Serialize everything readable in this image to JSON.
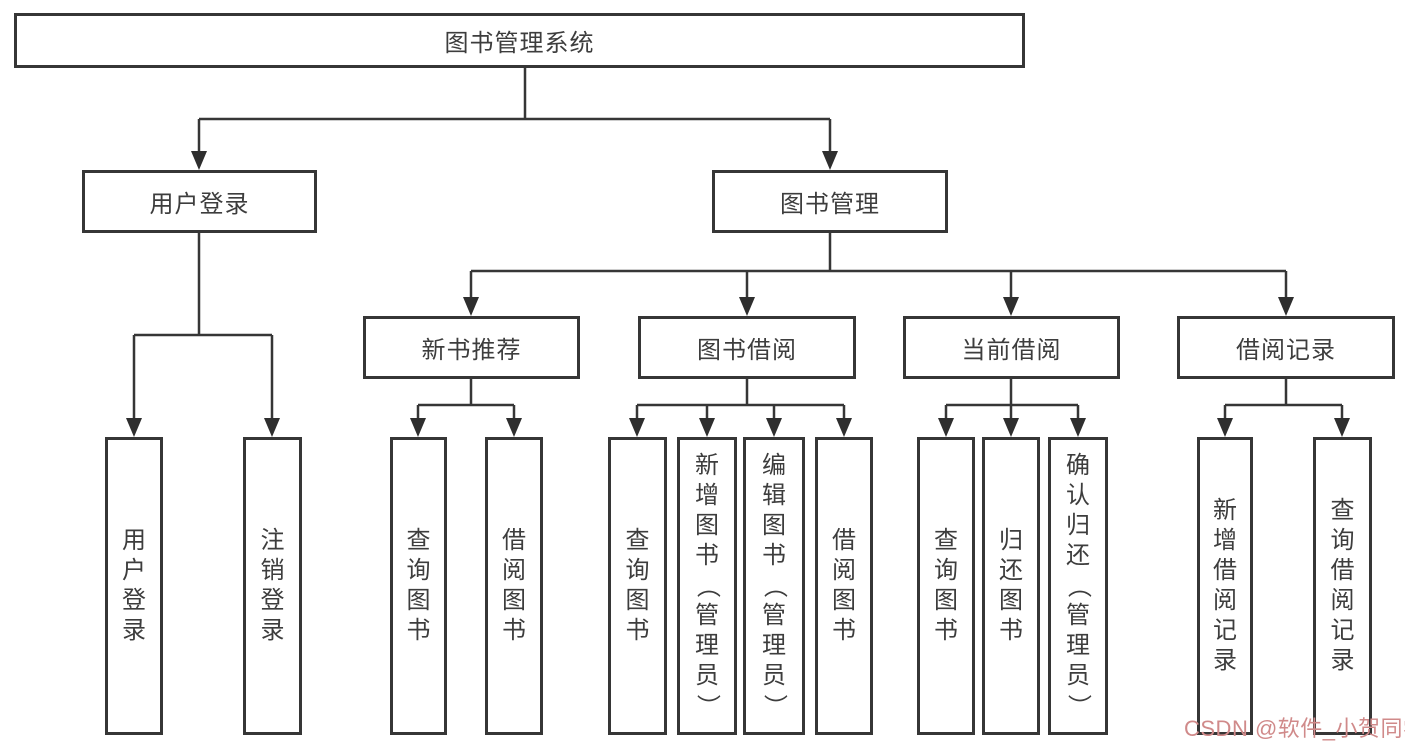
{
  "diagram": {
    "root": "图书管理系统",
    "level2": {
      "user_login": "用户登录",
      "book_mgmt": "图书管理"
    },
    "level3": {
      "new_book_rec": "新书推荐",
      "book_borrow": "图书借阅",
      "current_borrow": "当前借阅",
      "borrow_records": "借阅记录"
    },
    "leaves": {
      "user_login": "用户登录",
      "logout": "注销登录",
      "rec_query": "查询图书",
      "rec_borrow": "借阅图书",
      "bor_query": "查询图书",
      "bor_add": "新增图书（管理员）",
      "bor_edit": "编辑图书（管理员）",
      "bor_borrow": "借阅图书",
      "cur_query": "查询图书",
      "cur_return": "归还图书",
      "cur_confirm": "确认归还（管理员）",
      "records_add": "新增借阅记录",
      "records_query": "查询借阅记录"
    }
  },
  "watermark": {
    "text": "CSDN @软件_小贺同学",
    "color": "#d08a8a"
  },
  "colors": {
    "line": "#363636",
    "text": "#3d3d3d",
    "background": "#ffffff"
  }
}
